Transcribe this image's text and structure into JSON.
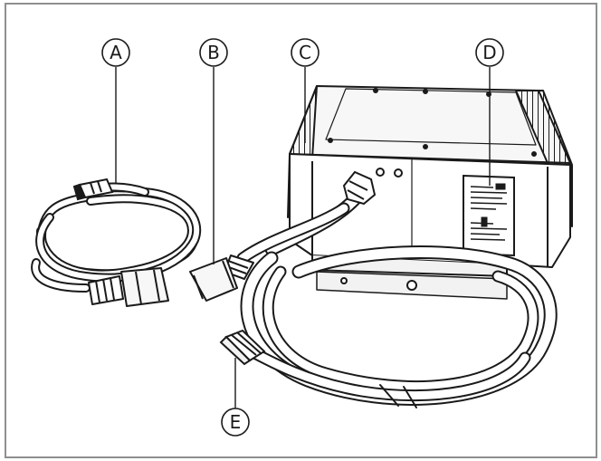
{
  "diagram": {
    "callouts": [
      {
        "id": "A",
        "label": "A"
      },
      {
        "id": "B",
        "label": "B"
      },
      {
        "id": "C",
        "label": "C"
      },
      {
        "id": "D",
        "label": "D"
      },
      {
        "id": "E",
        "label": "E"
      }
    ]
  },
  "colors": {
    "stroke": "#1a1a1a",
    "frame": "#8f8f8f",
    "fill_light": "#ffffff",
    "fill_shade": "#f2f2f2"
  }
}
